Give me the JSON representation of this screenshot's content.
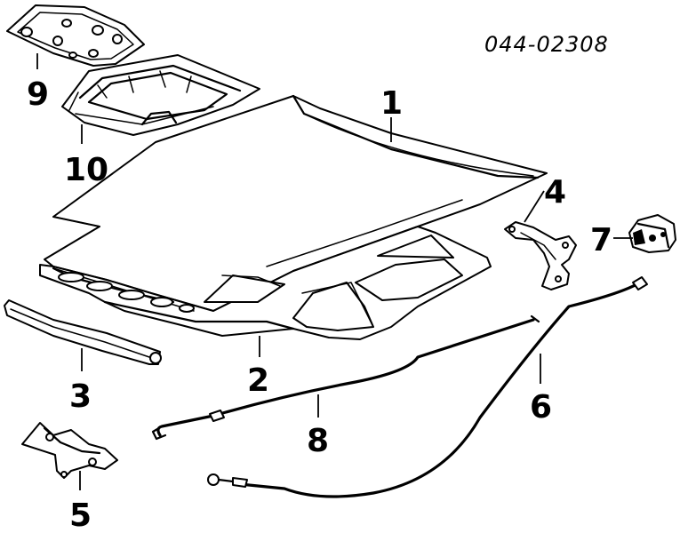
{
  "diagram": {
    "code": "044-02308",
    "callouts": {
      "p1": "1",
      "p2": "2",
      "p3": "3",
      "p4": "4",
      "p5": "5",
      "p6": "6",
      "p7": "7",
      "p8": "8",
      "p9": "9",
      "p10": "10"
    }
  }
}
